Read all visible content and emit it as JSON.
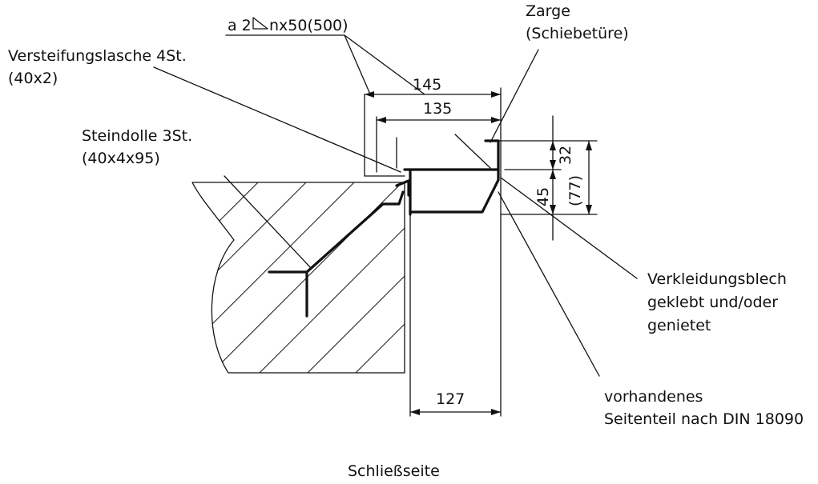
{
  "labels": {
    "weld_symbol": "a 2◺∕nx50(500)",
    "weld_a": "a 2",
    "weld_rest": "nx50(500)",
    "zarge_line1": "Zarge",
    "zarge_line2": "(Schiebetüre)",
    "versteifung_line1": "Versteifungslasche 4St.",
    "versteifung_line2": "(40x2)",
    "steindolle_line1": "Steindolle 3St.",
    "steindolle_line2": "(40x4x95)",
    "verkleidung_line1": "Verkleidungsblech",
    "verkleidung_line2": "geklebt und/oder",
    "verkleidung_line3": "genietet",
    "seitenteil_line1": "vorhandenes",
    "seitenteil_line2": "Seitenteil nach DIN 18090",
    "caption": "Schließseite"
  },
  "dimensions": {
    "d145": "145",
    "d135": "135",
    "d127": "127",
    "d32": "32",
    "d45": "45",
    "d77": "(77)"
  }
}
